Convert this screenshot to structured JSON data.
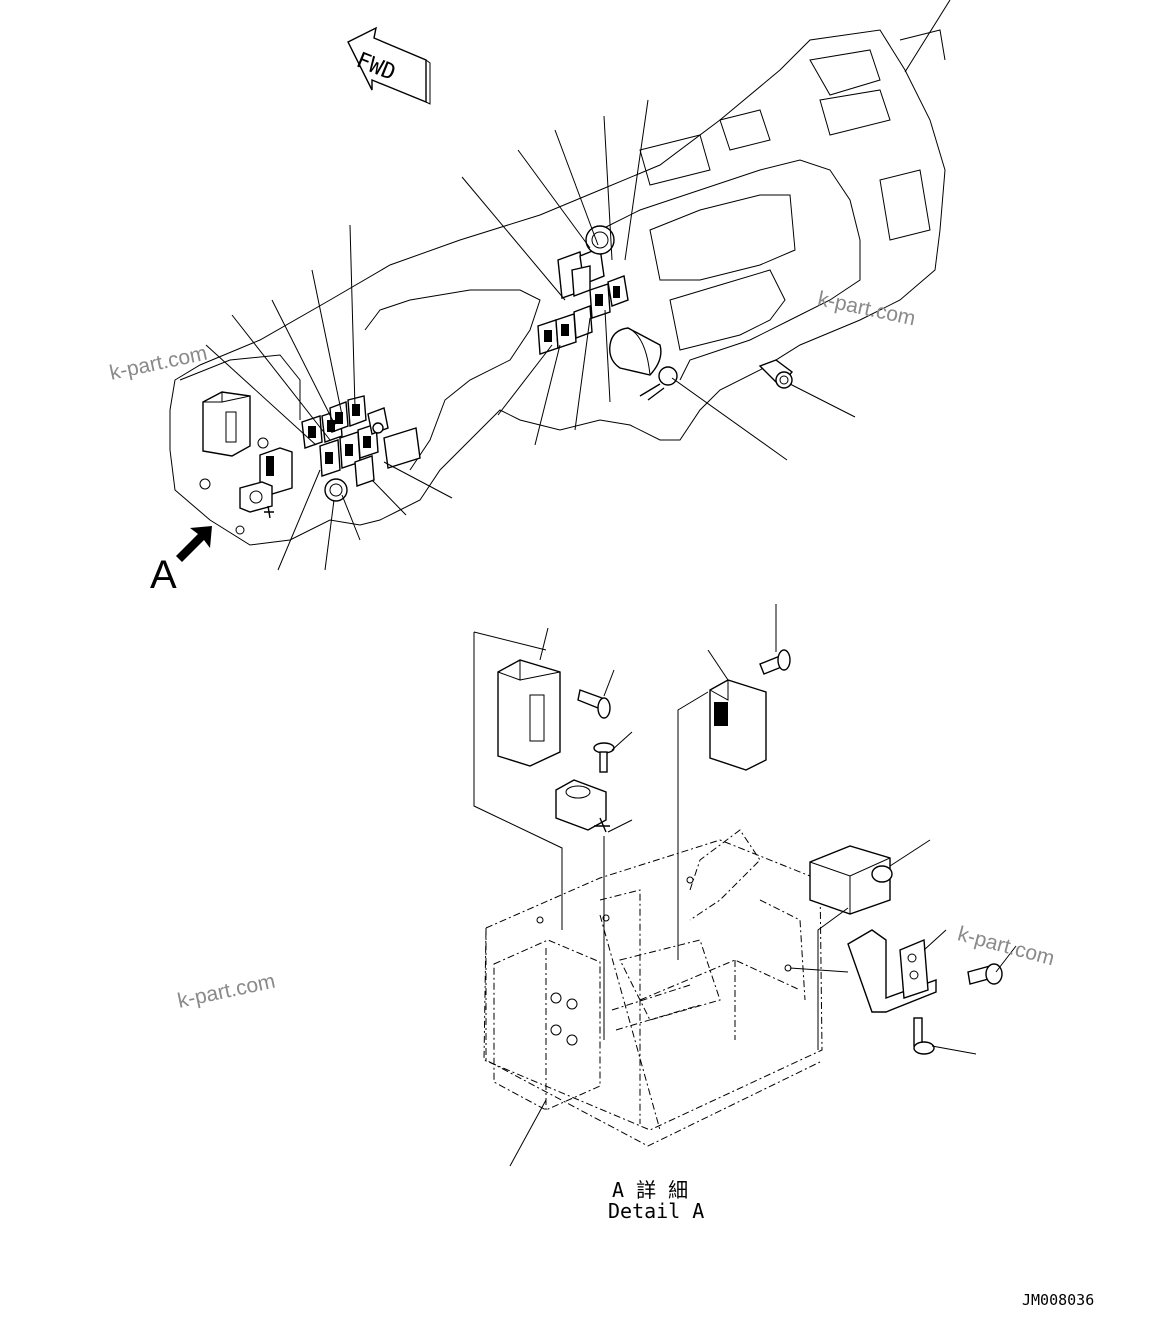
{
  "direction_arrow": {
    "label": "FWD"
  },
  "view_marker": {
    "letter": "A"
  },
  "detail": {
    "title_jp": "A 詳 細",
    "title_en": "Detail A"
  },
  "drawing_code": "JM008036",
  "watermarks": [
    "k-part.com",
    "k-part.com",
    "k-part.com",
    "k-part.com"
  ],
  "icons": [
    "forward-arrow-icon",
    "view-direction-arrow-icon"
  ]
}
